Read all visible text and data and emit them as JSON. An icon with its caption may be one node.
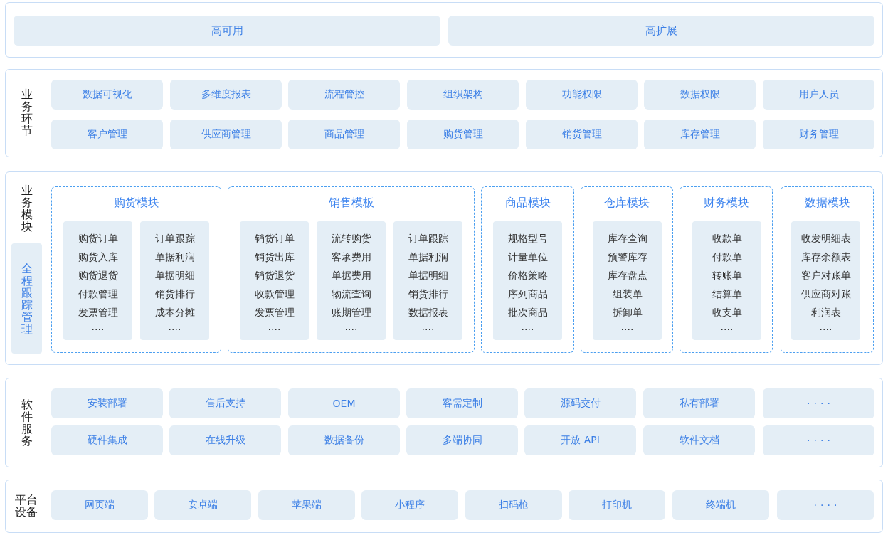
{
  "diagram": {
    "nodes": [
      {
        "text": [],
        "shape": "box"
      },
      {
        "text": [
          "高可用"
        ],
        "in": 0
      },
      {
        "text": [
          "高扩展"
        ],
        "in": 0
      },
      {
        "text": [
          "业务环节"
        ]
      },
      {
        "text": [
          "数据可视化"
        ],
        "in": 3
      },
      {
        "text": [
          "多维度报表"
        ],
        "in": 3
      },
      {
        "text": [
          "流程管控"
        ],
        "in": 3
      },
      {
        "text": [
          "组织架构"
        ],
        "in": 3
      },
      {
        "text": [
          "功能权限"
        ],
        "in": 3
      },
      {
        "text": [
          "数据权限"
        ],
        "in": 3
      },
      {
        "text": [
          "用户人员"
        ],
        "in": 3
      },
      {
        "text": [
          "客户管理"
        ],
        "in": 3
      },
      {
        "text": [
          "供应商管理"
        ],
        "in": 3
      },
      {
        "text": [
          "商品管理"
        ],
        "in": 3
      },
      {
        "text": [
          "购货管理"
        ],
        "in": 3
      },
      {
        "text": [
          "销货管理"
        ],
        "in": 3
      },
      {
        "text": [
          "库存管理"
        ],
        "in": 3
      },
      {
        "text": [
          "财务管理"
        ],
        "in": 3
      },
      {
        "text": [
          "业务模块"
        ]
      },
      {
        "text": [
          "全程跟踪管理"
        ],
        "in": 18
      },
      {
        "text": [
          "购货模块"
        ],
        "in": 18
      },
      {
        "text": [
          "购货订单",
          "购货入库",
          "购货退货",
          "付款管理",
          "发票管理",
          "...."
        ],
        "in": 20
      },
      {
        "text": [
          "订单跟踪",
          "单据利润",
          "单据明细",
          "销货排行",
          "成本分摊",
          "...."
        ],
        "in": 20
      },
      {
        "text": [
          "销售模板"
        ],
        "in": 18
      },
      {
        "text": [
          "销货订单",
          "销货出库",
          "销货退货",
          "收款管理",
          "发票管理",
          "...."
        ],
        "in": 23
      },
      {
        "text": [
          "流转购货",
          "客承费用",
          "单据费用",
          "物流查询",
          "账期管理",
          "...."
        ],
        "in": 23
      },
      {
        "text": [
          "订单跟踪",
          "单据利润",
          "单据明细",
          "销货排行",
          "数据报表",
          "...."
        ],
        "in": 23
      },
      {
        "text": [
          "商品模块"
        ],
        "in": 18
      },
      {
        "text": [
          "规格型号",
          "计量单位",
          "价格策略",
          "序列商品",
          "批次商品",
          "...."
        ],
        "in": 27
      },
      {
        "text": [
          "仓库模块"
        ],
        "in": 18
      },
      {
        "text": [
          "库存查询",
          "预警库存",
          "库存盘点",
          "组装单",
          "拆卸单",
          "...."
        ],
        "in": 29
      },
      {
        "text": [
          "财务模块"
        ],
        "in": 18
      },
      {
        "text": [
          "收款单",
          "付款单",
          "转账单",
          "结算单",
          "收支单",
          "...."
        ],
        "in": 31
      },
      {
        "text": [
          "数据模块"
        ],
        "in": 18
      },
      {
        "text": [
          "收发明细表",
          "库存余额表",
          "客户对账单",
          "供应商对账",
          "利润表",
          "...."
        ],
        "in": 33
      },
      {
        "text": [
          "软件服务"
        ]
      },
      {
        "text": [
          "安装部署"
        ],
        "in": 35
      },
      {
        "text": [
          "售后支持"
        ],
        "in": 35
      },
      {
        "text": [
          "OEM"
        ],
        "in": 35
      },
      {
        "text": [
          "客需定制"
        ],
        "in": 35
      },
      {
        "text": [
          "源码交付"
        ],
        "in": 35
      },
      {
        "text": [
          "私有部署"
        ],
        "in": 35
      },
      {
        "text": [
          "····"
        ],
        "in": 35
      },
      {
        "text": [
          "硬件集成"
        ],
        "in": 35
      },
      {
        "text": [
          "在线升级"
        ],
        "in": 35
      },
      {
        "text": [
          "数据备份"
        ],
        "in": 35
      },
      {
        "text": [
          "多端协同"
        ],
        "in": 35
      },
      {
        "text": [
          "开放 API"
        ],
        "in": 35
      },
      {
        "text": [
          "软件文档"
        ],
        "in": 35
      },
      {
        "text": [
          "····"
        ],
        "in": 35
      },
      {
        "text": [
          "平台设备"
        ]
      },
      {
        "text": [
          "网页端"
        ],
        "in": 50
      },
      {
        "text": [
          "安卓端"
        ],
        "in": 50
      },
      {
        "text": [
          "苹果端"
        ],
        "in": 50
      },
      {
        "text": [
          "小程序"
        ],
        "in": 50
      },
      {
        "text": [
          "扫码枪"
        ],
        "in": 50
      },
      {
        "text": [
          "打印机"
        ],
        "in": 50
      },
      {
        "text": [
          "终端机"
        ],
        "in": 50
      },
      {
        "text": [
          "····"
        ],
        "in": 50
      }
    ]
  }
}
